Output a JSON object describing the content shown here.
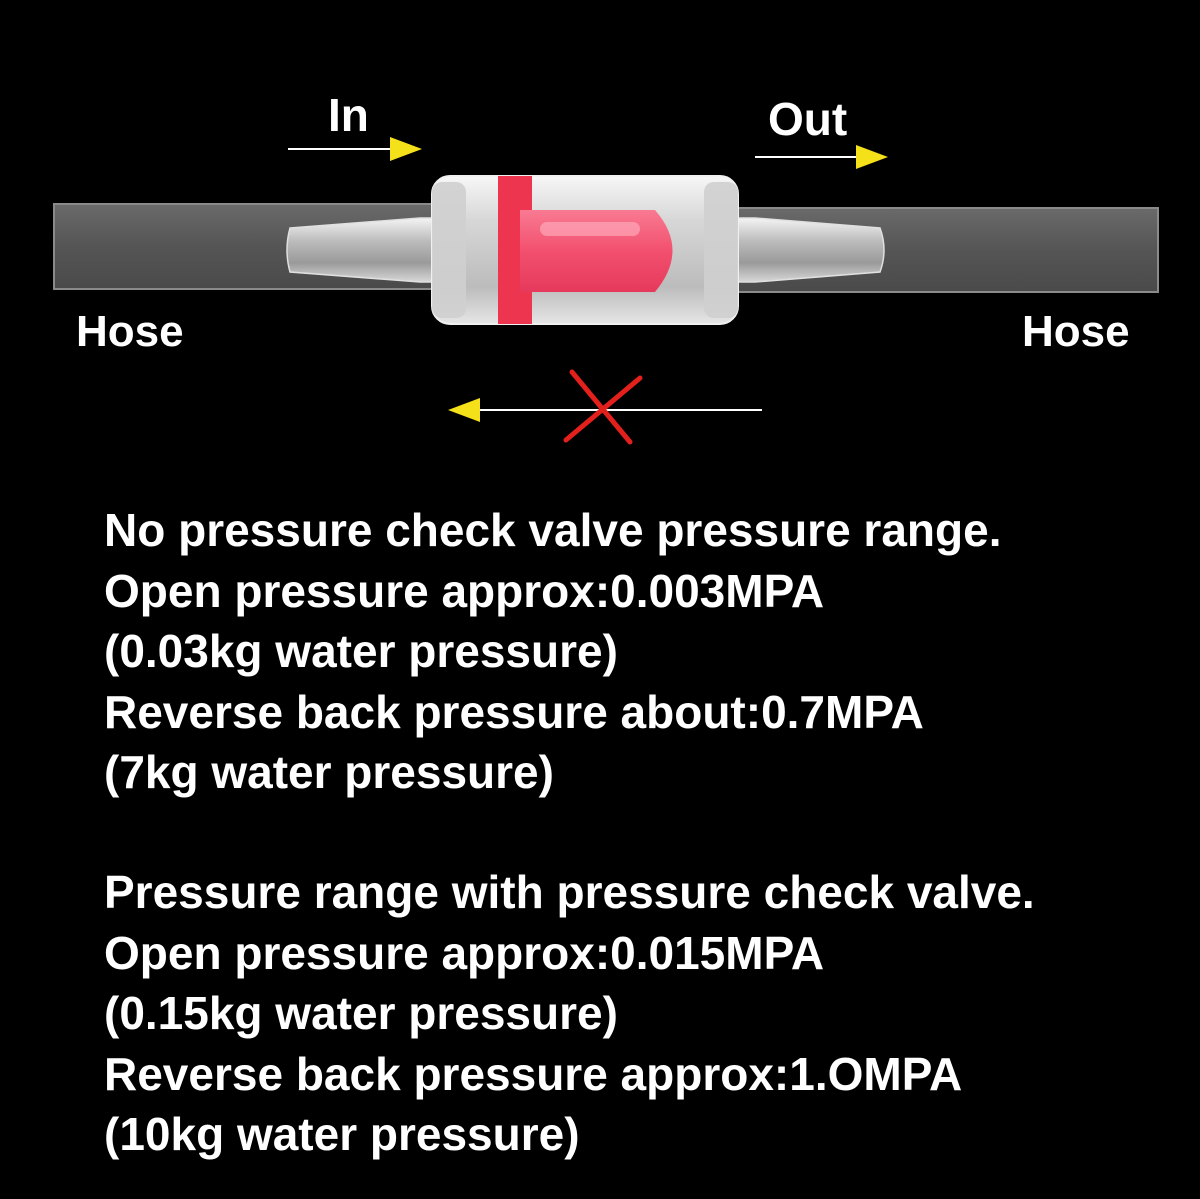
{
  "diagram": {
    "labels": {
      "in": "In",
      "out": "Out",
      "hose_left": "Hose",
      "hose_right": "Hose"
    },
    "colors": {
      "background": "#000000",
      "arrow_head": "#f5e11a",
      "blocked_x": "#e3201b",
      "valve_core": "#f25b78",
      "hose": "#5a5a5a"
    },
    "icons": {
      "forward_arrows": "arrow-right-icon",
      "reverse_arrow": "arrow-left-icon",
      "blocked_mark": "cross-icon"
    }
  },
  "specs": {
    "without_pressure": {
      "heading": "No pressure check valve pressure range.",
      "open": "Open pressure approx:0.003MPA",
      "open_note": "(0.03kg water pressure)",
      "reverse": "Reverse back pressure about:0.7MPA",
      "reverse_note": "(7kg water pressure)"
    },
    "with_pressure": {
      "heading": "Pressure range with pressure check valve.",
      "open": "Open pressure approx:0.015MPA",
      "open_note": "(0.15kg water pressure)",
      "reverse": "Reverse back pressure approx:1.OMPA",
      "reverse_note": "(10kg water pressure)"
    }
  }
}
